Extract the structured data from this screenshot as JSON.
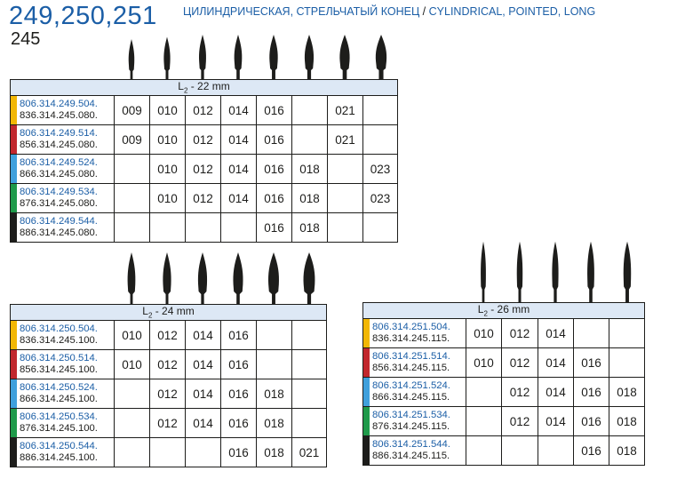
{
  "header": {
    "main_numbers": "249,250,251",
    "sub_number": "245",
    "desc_ru": "ЦИЛИНДРИЧЕСКАЯ, СТРЕЛЬЧАТЫЙ КОНЕЦ",
    "desc_sep": " / ",
    "desc_en": "CYLINDRICAL, POINTED, LONG"
  },
  "colors": {
    "yellow": "#f2b705",
    "red": "#c1272d",
    "blue": "#3fa0dc",
    "green": "#1f9a4a",
    "black": "#1d1d1b",
    "header_bg": "#dde8f5",
    "code_blue": "#1b5ea6"
  },
  "tables": [
    {
      "id": "t249",
      "length_prefix": "L",
      "length_sub": "2",
      "length_value": " - 22 mm",
      "rows": [
        {
          "color": "yellow",
          "code1": "806.314.249.504.",
          "code2": "836.314.245.080.",
          "cells": [
            "009",
            "010",
            "012",
            "014",
            "016",
            "",
            "021",
            ""
          ]
        },
        {
          "color": "red",
          "code1": "806.314.249.514.",
          "code2": "856.314.245.080.",
          "cells": [
            "009",
            "010",
            "012",
            "014",
            "016",
            "",
            "021",
            ""
          ]
        },
        {
          "color": "blue",
          "code1": "806.314.249.524.",
          "code2": "866.314.245.080.",
          "cells": [
            "",
            "010",
            "012",
            "014",
            "016",
            "018",
            "",
            "023"
          ]
        },
        {
          "color": "green",
          "code1": "806.314.249.534.",
          "code2": "876.314.245.080.",
          "cells": [
            "",
            "010",
            "012",
            "014",
            "016",
            "018",
            "",
            "023"
          ]
        },
        {
          "color": "black",
          "code1": "806.314.249.544.",
          "code2": "886.314.245.080.",
          "cells": [
            "",
            "",
            "",
            "",
            "016",
            "018",
            "",
            ""
          ]
        }
      ]
    },
    {
      "id": "t250",
      "length_prefix": "L",
      "length_sub": "2",
      "length_value": " - 24 mm",
      "rows": [
        {
          "color": "yellow",
          "code1": "806.314.250.504.",
          "code2": "836.314.245.100.",
          "cells": [
            "010",
            "012",
            "014",
            "016",
            "",
            ""
          ]
        },
        {
          "color": "red",
          "code1": "806.314.250.514.",
          "code2": "856.314.245.100.",
          "cells": [
            "010",
            "012",
            "014",
            "016",
            "",
            ""
          ]
        },
        {
          "color": "blue",
          "code1": "806.314.250.524.",
          "code2": "866.314.245.100.",
          "cells": [
            "",
            "012",
            "014",
            "016",
            "018",
            ""
          ]
        },
        {
          "color": "green",
          "code1": "806.314.250.534.",
          "code2": "876.314.245.100.",
          "cells": [
            "",
            "012",
            "014",
            "016",
            "018",
            ""
          ]
        },
        {
          "color": "black",
          "code1": "806.314.250.544.",
          "code2": "886.314.245.100.",
          "cells": [
            "",
            "",
            "",
            "016",
            "018",
            "021"
          ]
        }
      ]
    },
    {
      "id": "t251",
      "length_prefix": "L",
      "length_sub": "2",
      "length_value": " - 26 mm",
      "rows": [
        {
          "color": "yellow",
          "code1": "806.314.251.504.",
          "code2": "836.314.245.115.",
          "cells": [
            "010",
            "012",
            "014",
            "",
            ""
          ]
        },
        {
          "color": "red",
          "code1": "806.314.251.514.",
          "code2": "856.314.245.115.",
          "cells": [
            "010",
            "012",
            "014",
            "016",
            ""
          ]
        },
        {
          "color": "blue",
          "code1": "806.314.251.524.",
          "code2": "866.314.245.115.",
          "cells": [
            "",
            "012",
            "014",
            "016",
            "018"
          ]
        },
        {
          "color": "green",
          "code1": "806.314.251.534.",
          "code2": "876.314.245.115.",
          "cells": [
            "",
            "012",
            "014",
            "016",
            "018"
          ]
        },
        {
          "color": "black",
          "code1": "806.314.251.544.",
          "code2": "886.314.245.115.",
          "cells": [
            "",
            "",
            "",
            "016",
            "018"
          ]
        }
      ]
    }
  ]
}
